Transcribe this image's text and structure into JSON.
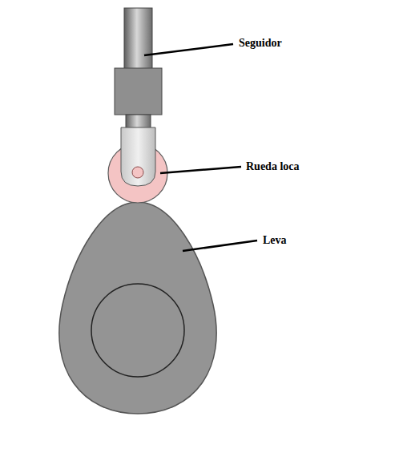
{
  "diagram": {
    "labels": [
      "Seguidor",
      "Rueda loca",
      "Leva"
    ]
  }
}
